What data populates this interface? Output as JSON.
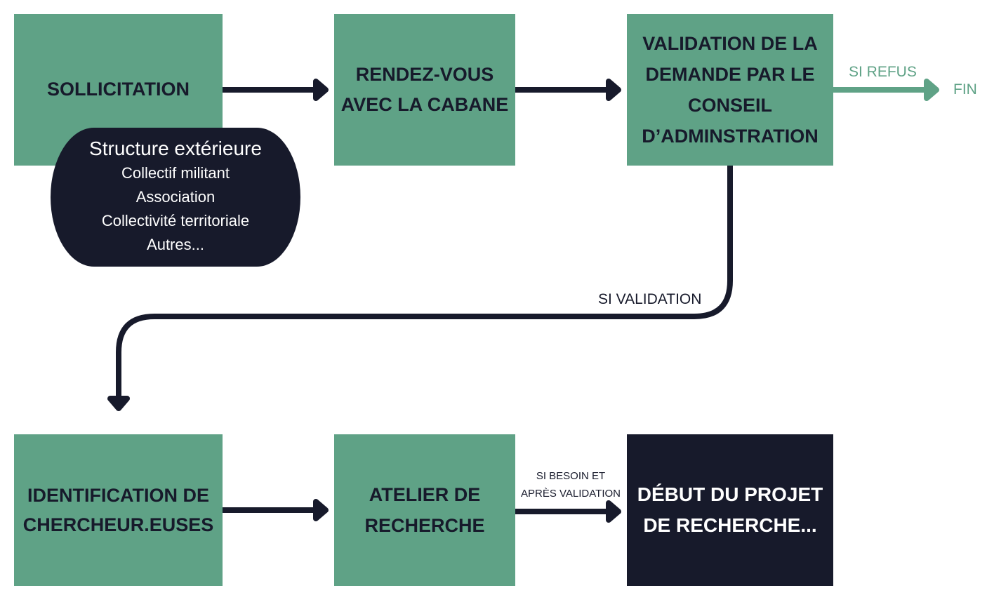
{
  "colors": {
    "green": "#5fa286",
    "dark": "#171a2b",
    "white": "#ffffff"
  },
  "steps": {
    "sollicitation": "SOLLICITATION",
    "rendez_vous": "RENDEZ-VOUS\nAVEC LA CABANE",
    "validation": "VALIDATION DE LA\nDEMANDE PAR LE\nCONSEIL\nD’ADMINSTRATION",
    "identification": "IDENTIFICATION DE\nCHERCHEUR.EUSES",
    "atelier": "ATELIER DE\nRECHERCHE",
    "debut": "DÉBUT DU PROJET\nDE RECHERCHE..."
  },
  "structure": {
    "title": "Structure extérieure",
    "items": [
      "Collectif militant",
      "Association",
      "Collectivité territoriale",
      "Autres..."
    ]
  },
  "labels": {
    "si_refus": "SI REFUS",
    "fin": "FIN",
    "si_validation": "SI VALIDATION",
    "si_besoin": "SI BESOIN ET\nAPRÈS VALIDATION"
  }
}
